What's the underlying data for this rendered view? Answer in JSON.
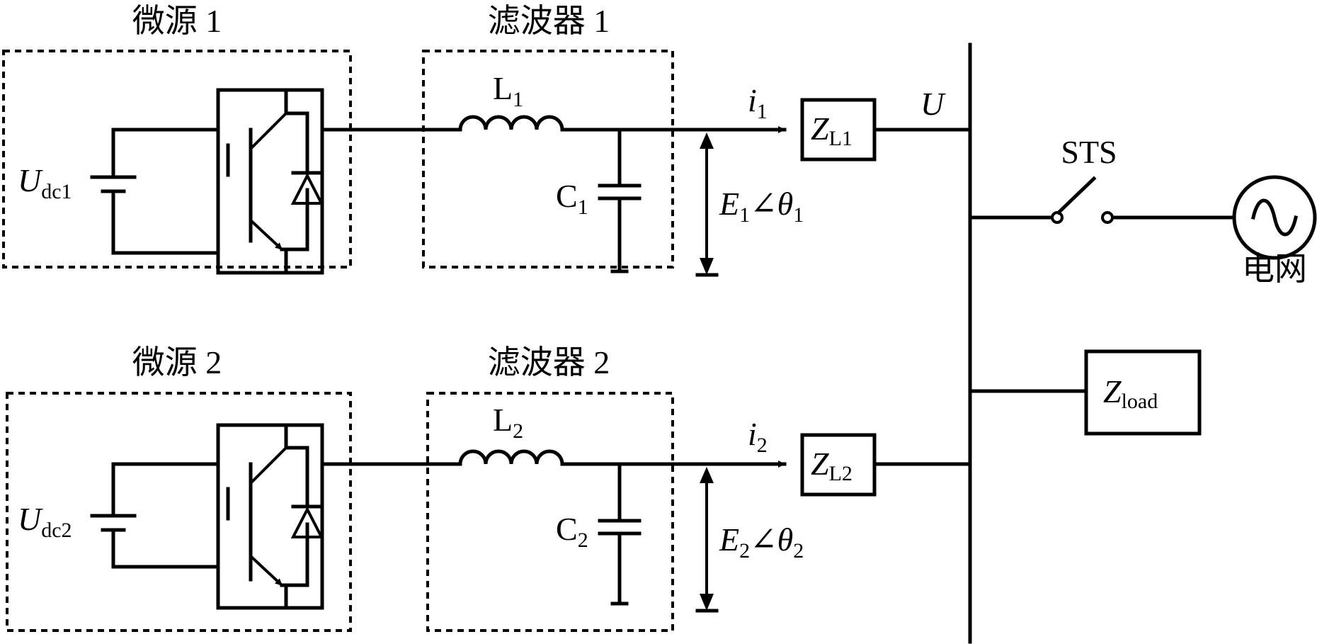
{
  "colors": {
    "line": "#000000",
    "background": "#ffffff"
  },
  "source1": {
    "title": "微源 1",
    "dc_label": "U",
    "dc_sub": "dc1",
    "filter_title": "滤波器 1",
    "inductor": "L",
    "inductor_sub": "1",
    "capacitor": "C",
    "capacitor_sub": "1",
    "current": "i",
    "current_sub": "1",
    "line_impedance": "Z",
    "line_impedance_sub": "L1",
    "voltage": "E",
    "voltage_sub": "1",
    "angle_sign": "∠",
    "angle": "θ",
    "angle_sub": "1"
  },
  "source2": {
    "title": "微源 2",
    "dc_label": "U",
    "dc_sub": "dc2",
    "filter_title": "滤波器 2",
    "inductor": "L",
    "inductor_sub": "2",
    "capacitor": "C",
    "capacitor_sub": "2",
    "current": "i",
    "current_sub": "2",
    "line_impedance": "Z",
    "line_impedance_sub": "L2",
    "voltage": "E",
    "voltage_sub": "2",
    "angle_sign": "∠",
    "angle": "θ",
    "angle_sub": "2"
  },
  "bus": {
    "voltage_label": "U"
  },
  "switch": {
    "label": "STS"
  },
  "grid": {
    "label": "电网",
    "icon": "ac-source-icon"
  },
  "load": {
    "label": "Z",
    "sub": "load"
  }
}
